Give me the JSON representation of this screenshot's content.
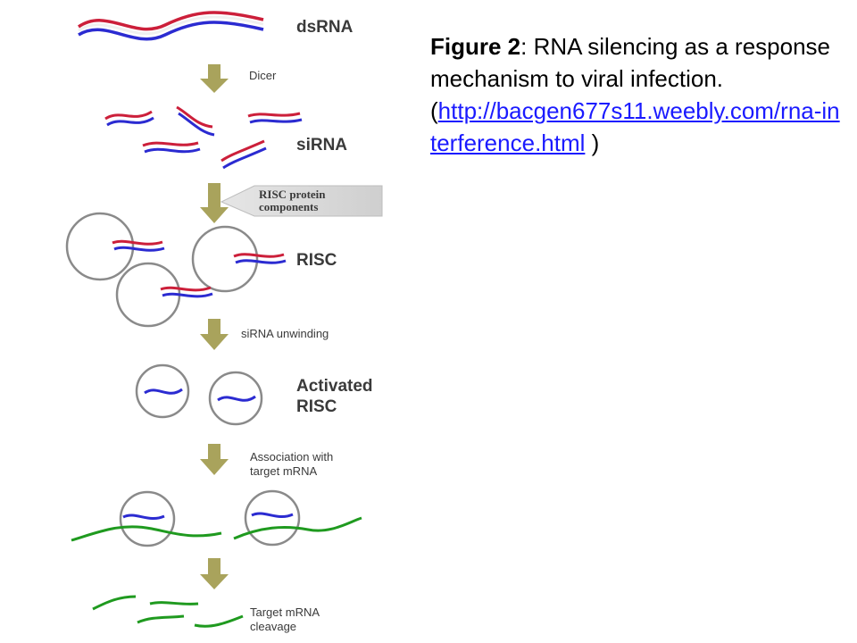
{
  "caption": {
    "figure_label": "Figure 2",
    "title_text": ": RNA silencing as a response mechanism to viral infection.",
    "open_paren": "(",
    "url": "http://bacgen677s11.weebly.com/rna-interference.html",
    "close_paren": " )"
  },
  "steps": {
    "dsrna": "dsRNA",
    "dicer": "Dicer",
    "sirna": "siRNA",
    "risc_protein_line1": "RISC protein",
    "risc_protein_line2": "components",
    "risc": "RISC",
    "unwinding": "siRNA unwinding",
    "activated_line1": "Activated",
    "activated_line2": "RISC",
    "association_line1": "Association with",
    "association_line2": "target mRNA",
    "cleavage_line1": "Target mRNA",
    "cleavage_line2": "cleavage"
  },
  "colors": {
    "sense_strand": "#cc1f3a",
    "antisense_strand": "#2b2bd1",
    "mrna": "#1f9a1f",
    "arrow": "#a9a35c",
    "complex_outline": "#8a8a8a",
    "link": "#1a1aff"
  }
}
